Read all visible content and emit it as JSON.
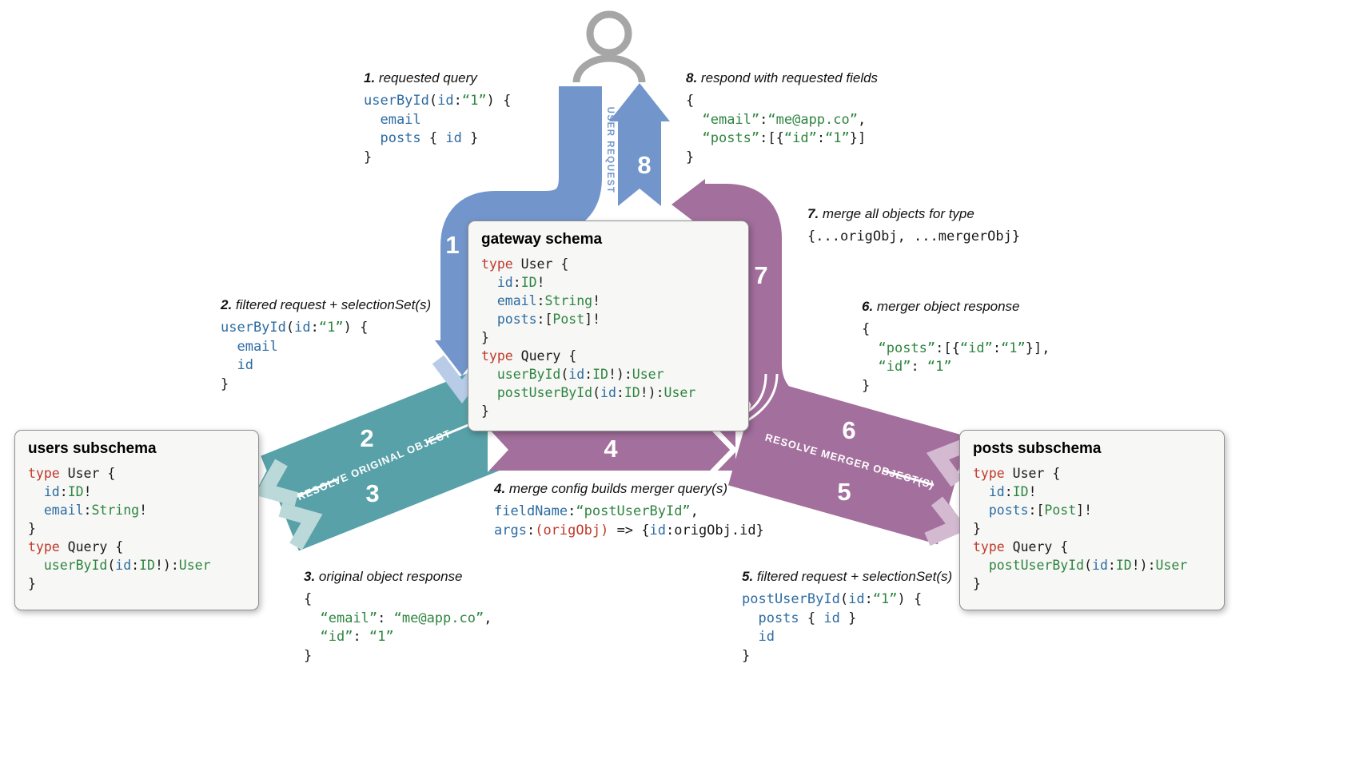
{
  "colors": {
    "blue": "#7295cb",
    "blue_light": "#b8cce8",
    "teal": "#58a1a8",
    "teal_light": "#bcd9da",
    "purple": "#a36f9d",
    "purple_light": "#d4bad1",
    "keyword": "#c0392b",
    "field": "#2d6ca2",
    "typ": "#2e8540",
    "str": "#2e8540",
    "plain": "#1a1a1a",
    "icon_gray": "#a6a6a6",
    "box_bg": "#f7f7f5",
    "box_border": "#8f8f8f"
  },
  "steps": [
    "1",
    "2",
    "3",
    "4",
    "5",
    "6",
    "7",
    "8"
  ],
  "band_labels": {
    "user_request": "USER REQUEST",
    "resolve_original": "RESOLVE ORIGINAL OBJECT",
    "resolve_merger": "RESOLVE MERGER OBJECT(S)"
  },
  "boxes": {
    "gateway": {
      "title": "gateway schema",
      "code": [
        [
          [
            "type",
            "k"
          ],
          [
            " User {",
            "p"
          ]
        ],
        [
          [
            "  id",
            "f"
          ],
          [
            ":",
            "p"
          ],
          [
            "ID",
            "t"
          ],
          [
            "!",
            "p"
          ]
        ],
        [
          [
            "  email",
            "f"
          ],
          [
            ":",
            "p"
          ],
          [
            "String",
            "t"
          ],
          [
            "!",
            "p"
          ]
        ],
        [
          [
            "  posts",
            "f"
          ],
          [
            ":[",
            "p"
          ],
          [
            "Post",
            "t"
          ],
          [
            "]!",
            "p"
          ]
        ],
        [
          [
            "}",
            "p"
          ]
        ],
        [
          [
            "type",
            "k"
          ],
          [
            " Query {",
            "p"
          ]
        ],
        [
          [
            "  userById",
            "t"
          ],
          [
            "(",
            "p"
          ],
          [
            "id",
            "f"
          ],
          [
            ":",
            "p"
          ],
          [
            "ID",
            "t"
          ],
          [
            "!):",
            "p"
          ],
          [
            "User",
            "t"
          ]
        ],
        [
          [
            "  postUserById",
            "t"
          ],
          [
            "(",
            "p"
          ],
          [
            "id",
            "f"
          ],
          [
            ":",
            "p"
          ],
          [
            "ID",
            "t"
          ],
          [
            "!):",
            "p"
          ],
          [
            "User",
            "t"
          ]
        ],
        [
          [
            "}",
            "p"
          ]
        ]
      ]
    },
    "users": {
      "title": "users subschema",
      "code": [
        [
          [
            "type",
            "k"
          ],
          [
            " User {",
            "p"
          ]
        ],
        [
          [
            "  id",
            "f"
          ],
          [
            ":",
            "p"
          ],
          [
            "ID",
            "t"
          ],
          [
            "!",
            "p"
          ]
        ],
        [
          [
            "  email",
            "f"
          ],
          [
            ":",
            "p"
          ],
          [
            "String",
            "t"
          ],
          [
            "!",
            "p"
          ]
        ],
        [
          [
            "}",
            "p"
          ]
        ],
        [
          [
            "type",
            "k"
          ],
          [
            " Query {",
            "p"
          ]
        ],
        [
          [
            "  userById",
            "t"
          ],
          [
            "(",
            "p"
          ],
          [
            "id",
            "f"
          ],
          [
            ":",
            "p"
          ],
          [
            "ID",
            "t"
          ],
          [
            "!):",
            "p"
          ],
          [
            "User",
            "t"
          ]
        ],
        [
          [
            "}",
            "p"
          ]
        ]
      ]
    },
    "posts": {
      "title": "posts subschema",
      "code": [
        [
          [
            "type",
            "k"
          ],
          [
            " User {",
            "p"
          ]
        ],
        [
          [
            "  id",
            "f"
          ],
          [
            ":",
            "p"
          ],
          [
            "ID",
            "t"
          ],
          [
            "!",
            "p"
          ]
        ],
        [
          [
            "  posts",
            "f"
          ],
          [
            ":[",
            "p"
          ],
          [
            "Post",
            "t"
          ],
          [
            "]!",
            "p"
          ]
        ],
        [
          [
            "}",
            "p"
          ]
        ],
        [
          [
            "type",
            "k"
          ],
          [
            " Query {",
            "p"
          ]
        ],
        [
          [
            "  postUserById",
            "t"
          ],
          [
            "(",
            "p"
          ],
          [
            "id",
            "f"
          ],
          [
            ":",
            "p"
          ],
          [
            "ID",
            "t"
          ],
          [
            "!):",
            "p"
          ],
          [
            "User",
            "t"
          ]
        ],
        [
          [
            "}",
            "p"
          ]
        ]
      ]
    }
  },
  "annotations": [
    {
      "num": "1.",
      "title": "requested query",
      "code": [
        [
          [
            "userById",
            "f"
          ],
          [
            "(",
            "p"
          ],
          [
            "id",
            "f"
          ],
          [
            ":",
            "p"
          ],
          [
            "“1”",
            "s"
          ],
          [
            ") {",
            "p"
          ]
        ],
        [
          [
            "  email",
            "f"
          ]
        ],
        [
          [
            "  posts",
            "f"
          ],
          [
            " { ",
            "p"
          ],
          [
            "id",
            "f"
          ],
          [
            " }",
            "p"
          ]
        ],
        [
          [
            "}",
            "p"
          ]
        ]
      ]
    },
    {
      "num": "2.",
      "title": "filtered request + selectionSet(s)",
      "code": [
        [
          [
            "userById",
            "f"
          ],
          [
            "(",
            "p"
          ],
          [
            "id",
            "f"
          ],
          [
            ":",
            "p"
          ],
          [
            "“1”",
            "s"
          ],
          [
            ") {",
            "p"
          ]
        ],
        [
          [
            "  email",
            "f"
          ]
        ],
        [
          [
            "  id",
            "f"
          ]
        ],
        [
          [
            "}",
            "p"
          ]
        ]
      ]
    },
    {
      "num": "3.",
      "title": "original object response",
      "code": [
        [
          [
            "{",
            "p"
          ]
        ],
        [
          [
            "  ",
            "p"
          ],
          [
            "“email”",
            "s"
          ],
          [
            ": ",
            "p"
          ],
          [
            "“me@app.co”",
            "s"
          ],
          [
            ",",
            "p"
          ]
        ],
        [
          [
            "  ",
            "p"
          ],
          [
            "“id”",
            "s"
          ],
          [
            ": ",
            "p"
          ],
          [
            "“1”",
            "s"
          ]
        ],
        [
          [
            "}",
            "p"
          ]
        ]
      ]
    },
    {
      "num": "4.",
      "title": "merge config builds merger query(s)",
      "code": [
        [
          [
            "fieldName",
            "f"
          ],
          [
            ":",
            "p"
          ],
          [
            "“postUserById”",
            "s"
          ],
          [
            ",",
            "p"
          ]
        ],
        [
          [
            "args",
            "f"
          ],
          [
            ":",
            "p"
          ],
          [
            "(origObj)",
            "k"
          ],
          [
            " => {",
            "p"
          ],
          [
            "id",
            "f"
          ],
          [
            ":origObj.id}",
            "p"
          ]
        ]
      ]
    },
    {
      "num": "5.",
      "title": "filtered request + selectionSet(s)",
      "code": [
        [
          [
            "postUserById",
            "f"
          ],
          [
            "(",
            "p"
          ],
          [
            "id",
            "f"
          ],
          [
            ":",
            "p"
          ],
          [
            "“1”",
            "s"
          ],
          [
            ") {",
            "p"
          ]
        ],
        [
          [
            "  posts",
            "f"
          ],
          [
            " { ",
            "p"
          ],
          [
            "id",
            "f"
          ],
          [
            " }",
            "p"
          ]
        ],
        [
          [
            "  id",
            "f"
          ]
        ],
        [
          [
            "}",
            "p"
          ]
        ]
      ]
    },
    {
      "num": "6.",
      "title": "merger object response",
      "code": [
        [
          [
            "{",
            "p"
          ]
        ],
        [
          [
            "  ",
            "p"
          ],
          [
            "“posts”",
            "s"
          ],
          [
            ":[{",
            "p"
          ],
          [
            "“id”",
            "s"
          ],
          [
            ":",
            "p"
          ],
          [
            "“1”",
            "s"
          ],
          [
            "}],",
            "p"
          ]
        ],
        [
          [
            "  ",
            "p"
          ],
          [
            "“id”",
            "s"
          ],
          [
            ": ",
            "p"
          ],
          [
            "“1”",
            "s"
          ]
        ],
        [
          [
            "}",
            "p"
          ]
        ]
      ]
    },
    {
      "num": "7.",
      "title": "merge all objects for type",
      "code": [
        [
          [
            "{...origObj, ...mergerObj}",
            "p"
          ]
        ]
      ]
    },
    {
      "num": "8.",
      "title": "respond with requested fields",
      "code": [
        [
          [
            "{",
            "p"
          ]
        ],
        [
          [
            "  ",
            "p"
          ],
          [
            "“email”",
            "s"
          ],
          [
            ":",
            "p"
          ],
          [
            "“me@app.co”",
            "s"
          ],
          [
            ",",
            "p"
          ]
        ],
        [
          [
            "  ",
            "p"
          ],
          [
            "“posts”",
            "s"
          ],
          [
            ":[{",
            "p"
          ],
          [
            "“id”",
            "s"
          ],
          [
            ":",
            "p"
          ],
          [
            "“1”",
            "s"
          ],
          [
            "}]",
            "p"
          ]
        ],
        [
          [
            "}",
            "p"
          ]
        ]
      ]
    }
  ]
}
